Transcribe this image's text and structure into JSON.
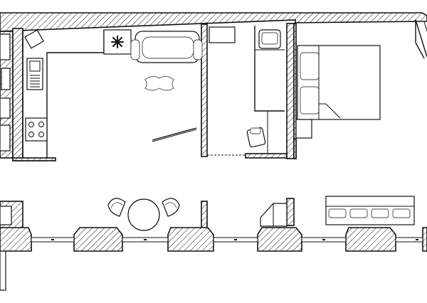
{
  "plan": {
    "kind": "apartment-floor-plan",
    "rooms": [
      "kitchen-living",
      "study",
      "bedroom",
      "balcony"
    ],
    "colors": {
      "ink": "#111111",
      "paper": "#ffffff",
      "hatch": "#111111"
    }
  }
}
